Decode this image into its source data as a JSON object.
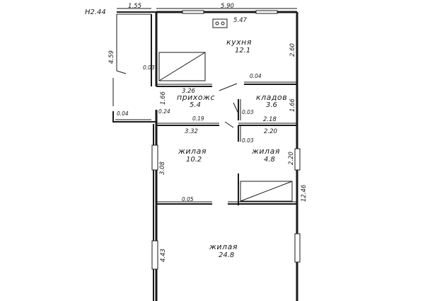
{
  "plan_id": "Н2.44",
  "rooms": {
    "kitchen": {
      "name": "кухня",
      "area": "12.1"
    },
    "hall": {
      "name": "прихожс",
      "area": "5.4"
    },
    "pantry": {
      "name": "кладов",
      "area": "3.6"
    },
    "living1": {
      "name": "жилая",
      "area": "10.2"
    },
    "living2": {
      "name": "жилая",
      "area": "4.8"
    },
    "living3": {
      "name": "жилая",
      "area": "24.8"
    }
  },
  "dimensions": {
    "top_left": "1.55",
    "top_total": "5.90",
    "kitchen_top": "5.47",
    "annex_height": "4.59",
    "annex_gap": "0.03",
    "annex_bottom": "0.04",
    "kitchen_right": "2.60",
    "kitchen_bottom": "3.26",
    "kitchen_partition": "0.04",
    "hall_left": "1.66",
    "hall_wall": "0.24",
    "hall_partition": "0.19",
    "pantry_gap": "0.03",
    "pantry_width": "2.18",
    "pantry_right": "1.66",
    "living1_width": "3.32",
    "living2_width": "2.20",
    "living2_gap": "0.03",
    "living2_right": "2.20",
    "living1_left": "3.08",
    "right_total": "12.46",
    "living1_partition": "0.05",
    "living3_left": "4.43"
  }
}
